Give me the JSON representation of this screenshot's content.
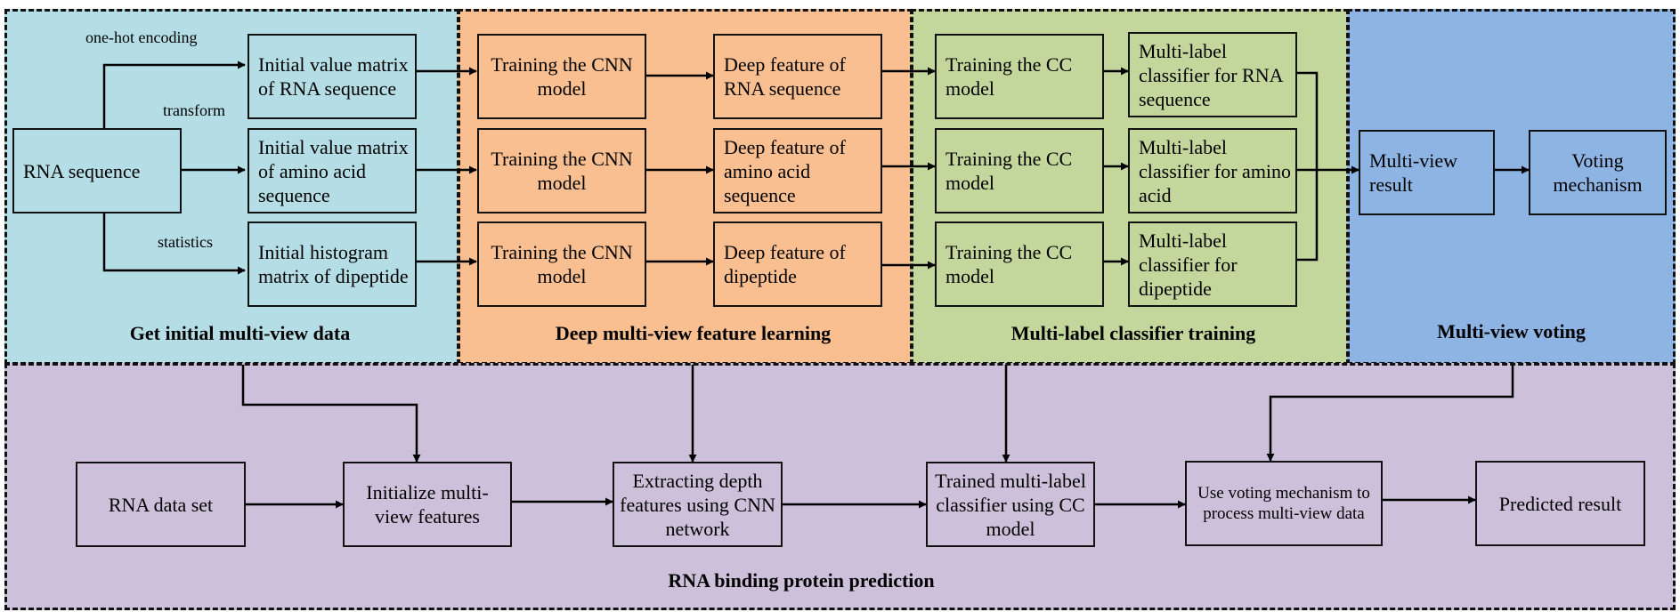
{
  "panels": {
    "initial": "Get initial multi-view data",
    "deep": "Deep multi-view feature learning",
    "classifier": "Multi-label classifier training",
    "voting": "Multi-view voting",
    "prediction": "RNA binding protein prediction"
  },
  "edge_labels": {
    "onehot": "one-hot encoding",
    "transform": "transform",
    "statistics": "statistics"
  },
  "boxes": {
    "rna_sequence": "RNA sequence",
    "init_rna": "Initial value matrix of RNA sequence",
    "init_amino": "Initial value matrix of amino acid sequence",
    "init_dipep": "Initial histogram matrix of dipeptide",
    "cnn1": "Training the CNN model",
    "cnn2": "Training the CNN model",
    "cnn3": "Training the CNN model",
    "deep_rna": "Deep feature of RNA sequence",
    "deep_amino": "Deep feature of amino acid sequence",
    "deep_dipep": "Deep feature of dipeptide",
    "cc1": "Training the CC model",
    "cc2": "Training the CC model",
    "cc3": "Training the CC model",
    "ml_rna": "Multi-label classifier for RNA sequence",
    "ml_amino": "Multi-label classifier for amino acid",
    "ml_dipep": "Multi-label classifier for dipeptide",
    "mv_result": "Multi-view result",
    "voting_mech": "Voting mechanism",
    "rna_dataset": "RNA data set",
    "init_mv": "Initialize multi-view features",
    "extract": "Extracting depth features using CNN network",
    "trained_ml": "Trained multi-label classifier using CC model",
    "use_voting": "Use voting mechanism to process multi-view data",
    "predicted": "Predicted result"
  },
  "colors": {
    "initial": "#b4dde6",
    "deep": "#f9bf91",
    "classifier": "#c3d79c",
    "voting": "#8eb4e3",
    "prediction": "#ccc0da"
  }
}
